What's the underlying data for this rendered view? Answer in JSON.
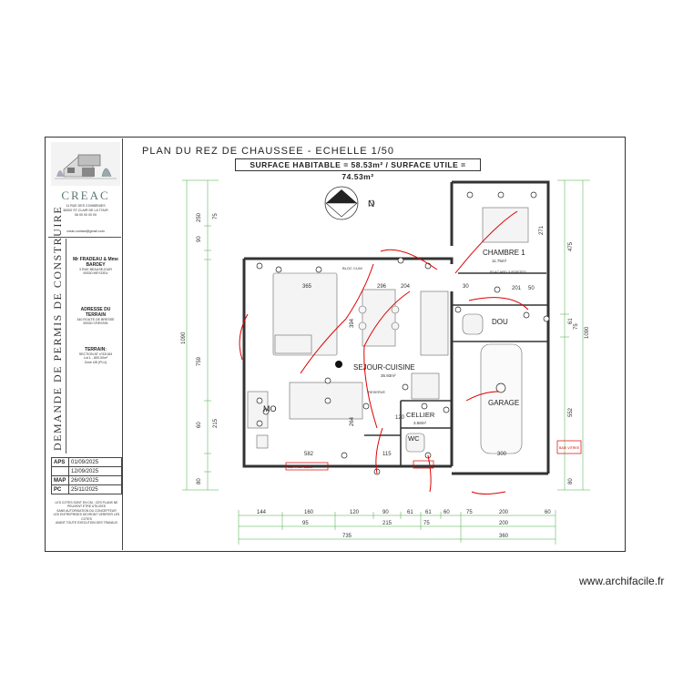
{
  "title": "PLAN DU REZ DE CHAUSSEE - ECHELLE 1/50",
  "surface": "SURFACE HABITABLE = 58.53m² / SURFACE UTILE = 74.53m²",
  "company": {
    "name": "CREAC",
    "lines": [
      "11 RUE DES COMBENIES",
      "38300 ST-CLAIR DE LA TOUR",
      "06 00 00 00 00",
      "creac.contact@gmail.com"
    ]
  },
  "vertical_title": "DEMANDE DE PERMIS DE CONSTRUIRE",
  "client": {
    "head": "Mr FRADEAU & Mme BARDEY",
    "lines": [
      "3 RUE BEAUSEJOUR",
      "69330 MEYZIEU"
    ]
  },
  "site_address": {
    "head": "ADRESSE DU TERRAIN",
    "lines": [
      "340 ROUTE DE BRESSE",
      "69330 CRESSIN"
    ]
  },
  "terrain": {
    "head": "TERRAIN:",
    "lines": [
      "SECTION AT n°53/184",
      "Lot 1 - 800.00m²",
      "Zone UB (PLU)"
    ]
  },
  "revisions": [
    {
      "label": "APS",
      "date": "01/09/2025"
    },
    {
      "label": "",
      "date": "12/09/2025"
    },
    {
      "label": "MAP",
      "date": "26/09/2025"
    },
    {
      "label": "PC",
      "date": "25/11/2025"
    }
  ],
  "notes": [
    "LES COTES SONT EN CM - CES PLANS NE PEUVENT ETRE UTILISES",
    "SANS AUTORISATION DU CONCEPTEUR",
    "LES ENTREPRISES DEVRONT VERIFIER LES COTES",
    "AVANT TOUTE EXECUTION DES TRAVAUX"
  ],
  "rooms": {
    "sejour": "SEJOUR-CUISINE",
    "sejour_area": "35.93m²",
    "chambre": "CHAMBRE 1",
    "chambre_area": "11.75m²",
    "dou": "DOU",
    "cellier": "CELLIER",
    "cellier_area": "3.68m²",
    "wc": "WC",
    "garage": "GARAGE",
    "mo": "MO"
  },
  "plan_labels": {
    "bloc_clim": "BLOC CLIM",
    "placard": "PLACARD 3 PORTES",
    "compass": "N",
    "reserve": "RESERVE",
    "coffret": "COFFRET ELEC",
    "baie": "BAIE VITREE"
  },
  "dims": {
    "bottom1": [
      "144",
      "160",
      "120",
      "90",
      "61",
      "61",
      "60",
      "75",
      "200",
      "60"
    ],
    "bottom2": [
      "95",
      "215",
      "75",
      "200"
    ],
    "bottom3": [
      "735",
      "360"
    ],
    "left": [
      "250",
      "90",
      "75",
      "759",
      "215",
      "60",
      "80"
    ],
    "left_total": "1090",
    "right": [
      "475",
      "1090",
      "75",
      "61",
      "552",
      "80"
    ],
    "inner": [
      "365",
      "296",
      "204",
      "201",
      "394",
      "264",
      "582",
      "115",
      "120",
      "300",
      "30",
      "271",
      "50"
    ]
  },
  "watermark": "www.archifacile.fr"
}
